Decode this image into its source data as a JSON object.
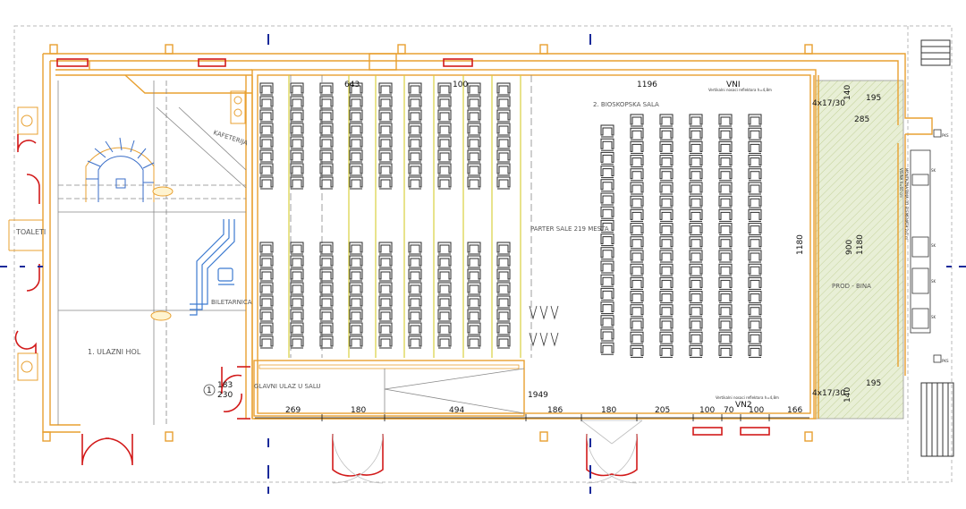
{
  "labels": {
    "toilet": "TOALETI",
    "entrance_hall": "1. ULAZNI HOL",
    "cafe": "KAFETERIJA",
    "ticket_office": "BILETARNICA",
    "main_entrance": "GLAVNI ULAZ U SALU",
    "cinema_hall": "2. BIOSKOPSKA SALA",
    "parterre": "PARTER SALE 219 MESTA",
    "stage": "PROD - BINA",
    "vni": "VNI",
    "vni_note": "Vertikalni nosaci reflektora h=4,8m",
    "vn2": "VN2",
    "vn2_note": "Vertikalni nosaci reflektora h=4,8m",
    "door_marker": "1",
    "door_size_top": "183",
    "door_size_bottom": "230",
    "pks_top": "PKS",
    "pks_bottom": "PKS",
    "stage_side_text": "MONTAZNA BINA OD ELEMENATA 2x1 m",
    "stage_side_text_2": "VISINA h=60 cm",
    "side_marks": [
      "SK",
      "SK",
      "SK",
      "SK"
    ]
  },
  "dimensions": {
    "top_643": "643",
    "top_100": "100",
    "top_1196": "1196",
    "stage_140_top": "140",
    "stage_195_top": "195",
    "stage_285": "285",
    "stage_4x17_top": "4x17/30",
    "stage_4x17_bottom": "4x17/30",
    "stage_140_bottom": "140",
    "stage_195_bottom": "195",
    "height_1180": "1180",
    "stage_900": "900",
    "stage_1180": "1180",
    "d_1949": "1949",
    "bottom": [
      "269",
      "180",
      "494",
      "186",
      "180",
      "205",
      "100",
      "70",
      "100",
      "166"
    ]
  },
  "colors": {
    "wall": "#e8a030",
    "seat": "#2a2a2a",
    "door": "#d21a1a",
    "axis": "#1a2a9a",
    "ticket": "#3c7ad0",
    "aisle": "#d8d040",
    "stage_fill": "#e6efd5",
    "frame": "#b8b8b8"
  }
}
